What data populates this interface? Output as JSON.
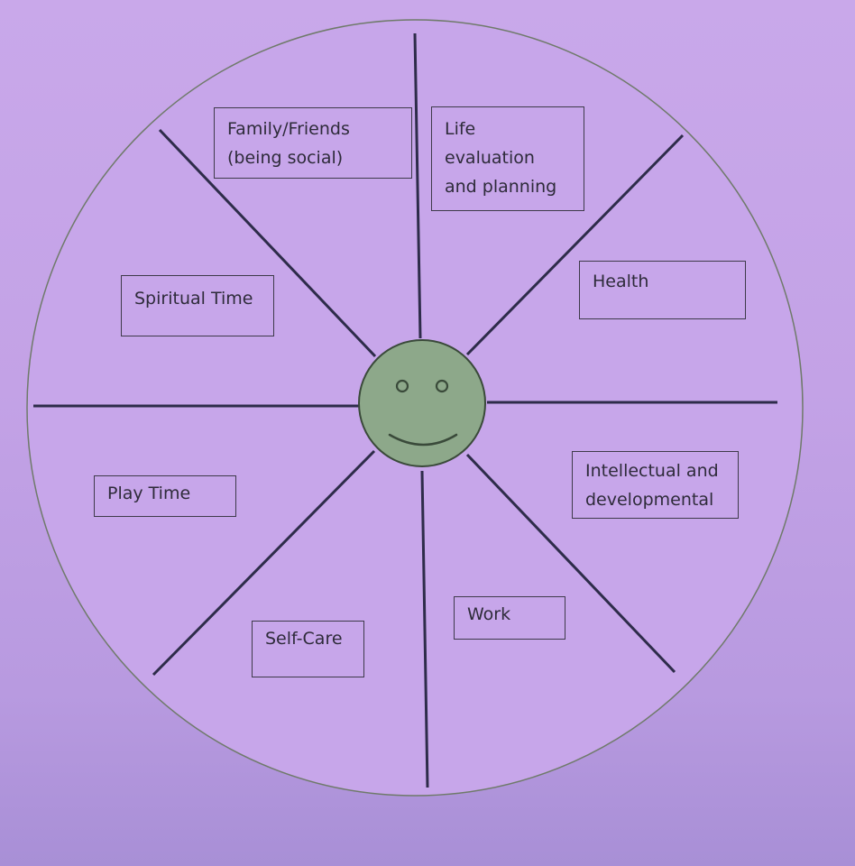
{
  "segments": [
    {
      "id": "family-friends",
      "label": "Family/Friends\n(being social)"
    },
    {
      "id": "life-evaluation",
      "label": "Life\nevaluation\nand planning"
    },
    {
      "id": "health",
      "label": "Health"
    },
    {
      "id": "intellectual",
      "label": "Intellectual and\ndevelopmental"
    },
    {
      "id": "work",
      "label": "Work"
    },
    {
      "id": "self-care",
      "label": "Self-Care"
    },
    {
      "id": "play-time",
      "label": "Play Time"
    },
    {
      "id": "spiritual-time",
      "label": "Spiritual Time"
    }
  ],
  "colors": {
    "background": "#c3a2e6",
    "wheel_fill": "#c7a6ea",
    "spoke": "#2e2c4a",
    "smiley_fill": "#8da88a",
    "smiley_stroke": "#3a4a3a"
  }
}
